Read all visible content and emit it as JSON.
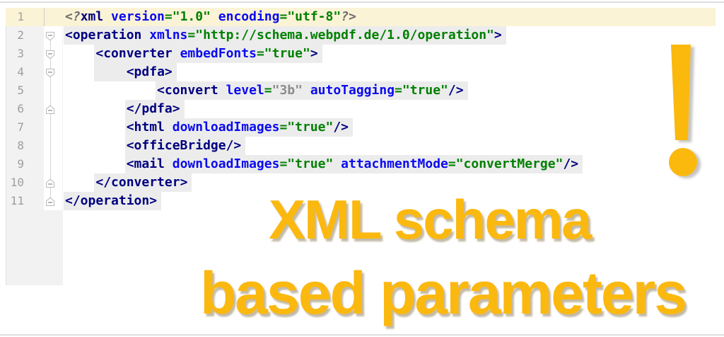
{
  "window": {
    "title": "XML operation parameters code view"
  },
  "palette": {
    "accent_orange": "#FBB80F",
    "tag_color": "#000080",
    "attribute_color": "#0B0BEF",
    "value_color": "#008000",
    "muted_value_color": "#8C8C8C",
    "prolog_color": "#6E6E6E",
    "line_number_color": "#9E9E9E",
    "active_line_bg": "#FBF3D5",
    "code_chunk_bg": "#ECECEC",
    "gutter_bg": "#F2F2F2"
  },
  "editor": {
    "lines": [
      {
        "num": "1",
        "active": true,
        "fold": null,
        "indent": 0,
        "pad": 0,
        "tokens": [
          {
            "t": "<?",
            "c": "prolog"
          },
          {
            "t": "xml",
            "c": "tag"
          },
          {
            "t": " version",
            "c": "attr"
          },
          {
            "t": "=\"1.0\"",
            "c": "value"
          },
          {
            "t": " encoding",
            "c": "attr"
          },
          {
            "t": "=\"utf-8\"",
            "c": "value"
          },
          {
            "t": "?>",
            "c": "prolog"
          }
        ]
      },
      {
        "num": "2",
        "active": false,
        "fold": "start",
        "indent": 0,
        "pad": 0,
        "tokens": [
          {
            "t": "<operation",
            "c": "tag"
          },
          {
            "t": " xmlns",
            "c": "attr"
          },
          {
            "t": "=\"http://schema.webpdf.de/1.0/operation\"",
            "c": "value"
          },
          {
            "t": ">",
            "c": "tag"
          }
        ]
      },
      {
        "num": "3",
        "active": false,
        "fold": "start",
        "indent": 4,
        "pad": 0,
        "tokens": [
          {
            "t": "<converter",
            "c": "tag"
          },
          {
            "t": " embedFonts",
            "c": "attr"
          },
          {
            "t": "=\"true\"",
            "c": "value"
          },
          {
            "t": ">",
            "c": "tag"
          }
        ]
      },
      {
        "num": "4",
        "active": false,
        "fold": "start",
        "indent": 4,
        "pad": 4,
        "tokens": [
          {
            "t": "<pdfa>",
            "c": "tag"
          }
        ]
      },
      {
        "num": "5",
        "active": false,
        "fold": null,
        "indent": 12,
        "pad": 0,
        "tokens": [
          {
            "t": "<convert",
            "c": "tag"
          },
          {
            "t": " level",
            "c": "attr"
          },
          {
            "t": "=",
            "c": "value"
          },
          {
            "t": "\"3b\"",
            "c": "muted"
          },
          {
            "t": " autoTagging",
            "c": "attr"
          },
          {
            "t": "=\"true\"",
            "c": "value"
          },
          {
            "t": "/>",
            "c": "tag"
          }
        ]
      },
      {
        "num": "6",
        "active": false,
        "fold": "end",
        "indent": 8,
        "pad": 0,
        "tokens": [
          {
            "t": "</pdfa>",
            "c": "tag"
          }
        ]
      },
      {
        "num": "7",
        "active": false,
        "fold": null,
        "indent": 8,
        "pad": 0,
        "tokens": [
          {
            "t": "<html",
            "c": "tag"
          },
          {
            "t": " downloadImages",
            "c": "attr"
          },
          {
            "t": "=\"true\"",
            "c": "value"
          },
          {
            "t": "/>",
            "c": "tag"
          }
        ]
      },
      {
        "num": "8",
        "active": false,
        "fold": null,
        "indent": 8,
        "pad": 0,
        "tokens": [
          {
            "t": "<officeBridge/>",
            "c": "tag"
          }
        ]
      },
      {
        "num": "9",
        "active": false,
        "fold": null,
        "indent": 8,
        "pad": 0,
        "tokens": [
          {
            "t": "<mail",
            "c": "tag"
          },
          {
            "t": " downloadImages",
            "c": "attr"
          },
          {
            "t": "=\"true\"",
            "c": "value"
          },
          {
            "t": " attachmentMode",
            "c": "attr"
          },
          {
            "t": "=\"convertMerge\"",
            "c": "value"
          },
          {
            "t": "/>",
            "c": "tag"
          }
        ]
      },
      {
        "num": "10",
        "active": false,
        "fold": "end",
        "indent": 4,
        "pad": 0,
        "tokens": [
          {
            "t": "</converter>",
            "c": "tag"
          }
        ]
      },
      {
        "num": "11",
        "active": false,
        "fold": "end",
        "indent": 0,
        "pad": 0,
        "tokens": [
          {
            "t": "</operation>",
            "c": "tag"
          }
        ]
      }
    ]
  },
  "headline": {
    "line1": "XML schema",
    "line2": "based parameters",
    "color": "#FBB80F"
  },
  "exclamation": {
    "symbol": "!",
    "color": "#FBB80F"
  }
}
